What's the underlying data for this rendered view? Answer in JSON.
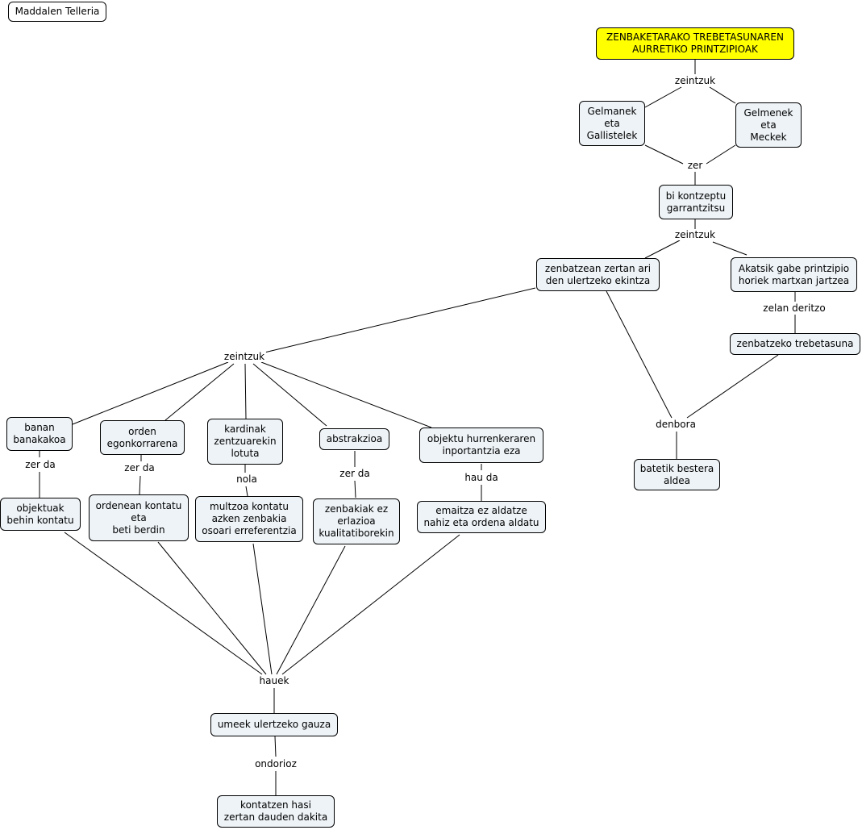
{
  "author": "Maddalen Telleria",
  "nodes": {
    "root": "ZENBAKETARAKO TREBETASUNAREN\nAURRETIKO PRINTZIPIOAK",
    "gelmanek": "Gelmanek\neta\nGallistelek",
    "gelmenek": "Gelmenek\neta\nMeckek",
    "bi_kontzeptu": "bi kontzeptu\ngarrantzitsu",
    "zenbatzean": "zenbatzean zertan ari\nden ulertzeko ekintza",
    "akatsik": "Akatsik gabe printzipio\nhoriek martxan jartzea",
    "zenbatzeko": "zenbatzeko trebetasuna",
    "batetik": "batetik bestera\naldea",
    "banan": "banan\nbanakakoa",
    "orden": "orden\negonkorrarena",
    "kardinak": "kardinak\nzentzuarekin\nlotuta",
    "abstrakzioa": "abstrakzioa",
    "objektu_hurr": "objektu hurrenkeraren\ninportantzia eza",
    "objektuak": "objektuak\nbehin kontatu",
    "ordenean": "ordenean kontatu\neta\nbeti berdin",
    "multzoa": "multzoa kontatu\nazken zenbakia\nosoari erreferentzia",
    "zenbakiak": "zenbakiak ez\nerlazioa\nkualitatiborekin",
    "emaitza": "emaitza ez aldatze\nnahiz eta ordena aldatu",
    "umeek": "umeek ulertzeko gauza",
    "kontatzen": "kontatzen hasi\nzertan dauden dakita"
  },
  "labels": {
    "zeintzuk_1": "zeintzuk",
    "zer_1": "zer",
    "zeintzuk_2": "zeintzuk",
    "zelan_deritzo": "zelan deritzo",
    "zeintzuk_3": "zeintzuk",
    "denbora": "denbora",
    "zer_da_1": "zer da",
    "zer_da_2": "zer da",
    "nola": "nola",
    "zer_da_3": "zer da",
    "hau_da": "hau da",
    "hauek": "hauek",
    "ondorioz": "ondorioz"
  }
}
